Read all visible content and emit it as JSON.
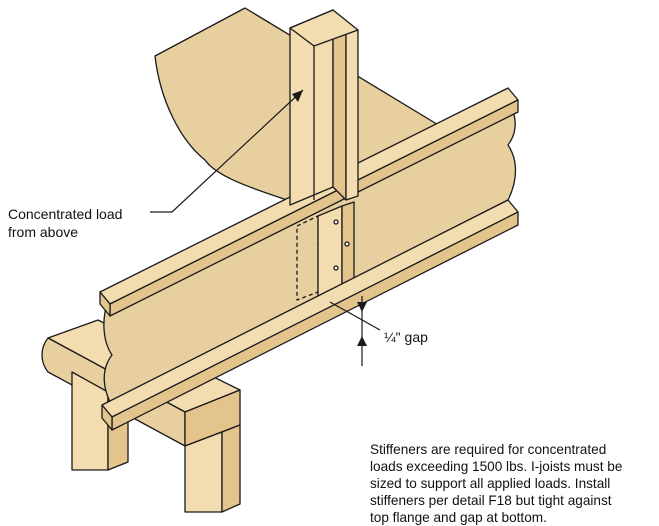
{
  "labels": {
    "load_line1": "Concentrated load",
    "load_line2": "from above",
    "gap": "¼\" gap"
  },
  "note_lines": [
    "Stiffeners are required for concentrated",
    "loads exceeding 1500 lbs. I-joists must be",
    "sized to support all applied loads. Install",
    "stiffeners per detail F18 but tight against",
    "top flange and gap at bottom."
  ],
  "colors": {
    "wood": "#f2dcb0",
    "wood_dark": "#e3c48c",
    "osb": "#e8cfa0",
    "outline": "#1a1a1a"
  }
}
